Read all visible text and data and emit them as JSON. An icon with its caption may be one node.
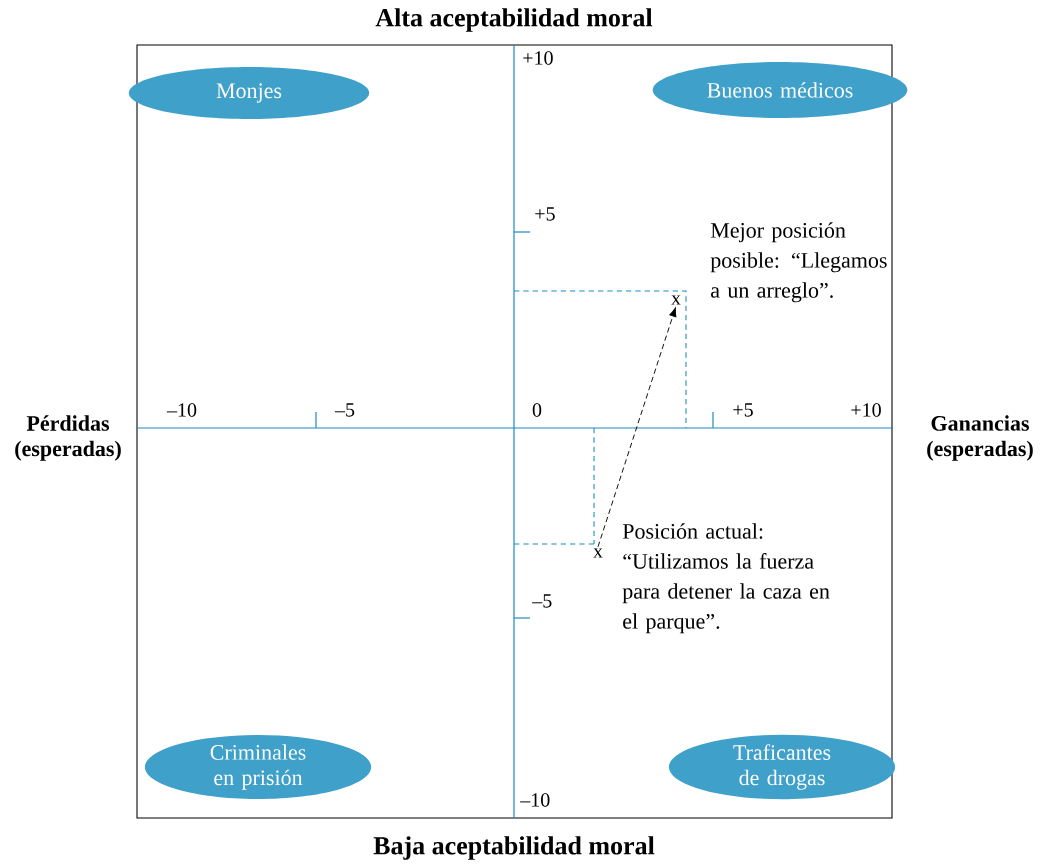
{
  "diagram": {
    "nodes": [
      {
        "text": [
          "Monjes"
        ]
      },
      {
        "text": [
          "Buenos médicos"
        ]
      },
      {
        "text": [
          "x"
        ],
        "beside": [
          "Mejor posición posible: “Llegamos a un arreglo”."
        ]
      },
      {
        "text": [
          "x"
        ],
        "beside": [
          "Posición actual: “Utilizamos la fuerza para detener la caza en el parque”."
        ]
      },
      {
        "text": [
          "Criminales en prisión"
        ]
      },
      {
        "text": [
          "Traficantes de drogas"
        ]
      }
    ],
    "edges": [
      {
        "from": 3,
        "to": 2,
        "arrow": "to",
        "style": "dashed"
      }
    ],
    "labels": [
      "Alta aceptabilidad moral",
      "+10",
      "+5",
      "Pérdidas (esperadas)",
      "–10",
      "–5",
      "0",
      "+5",
      "+10",
      "Ganancias (esperadas)",
      "–5",
      "–10",
      "Baja aceptabilidad moral"
    ]
  }
}
